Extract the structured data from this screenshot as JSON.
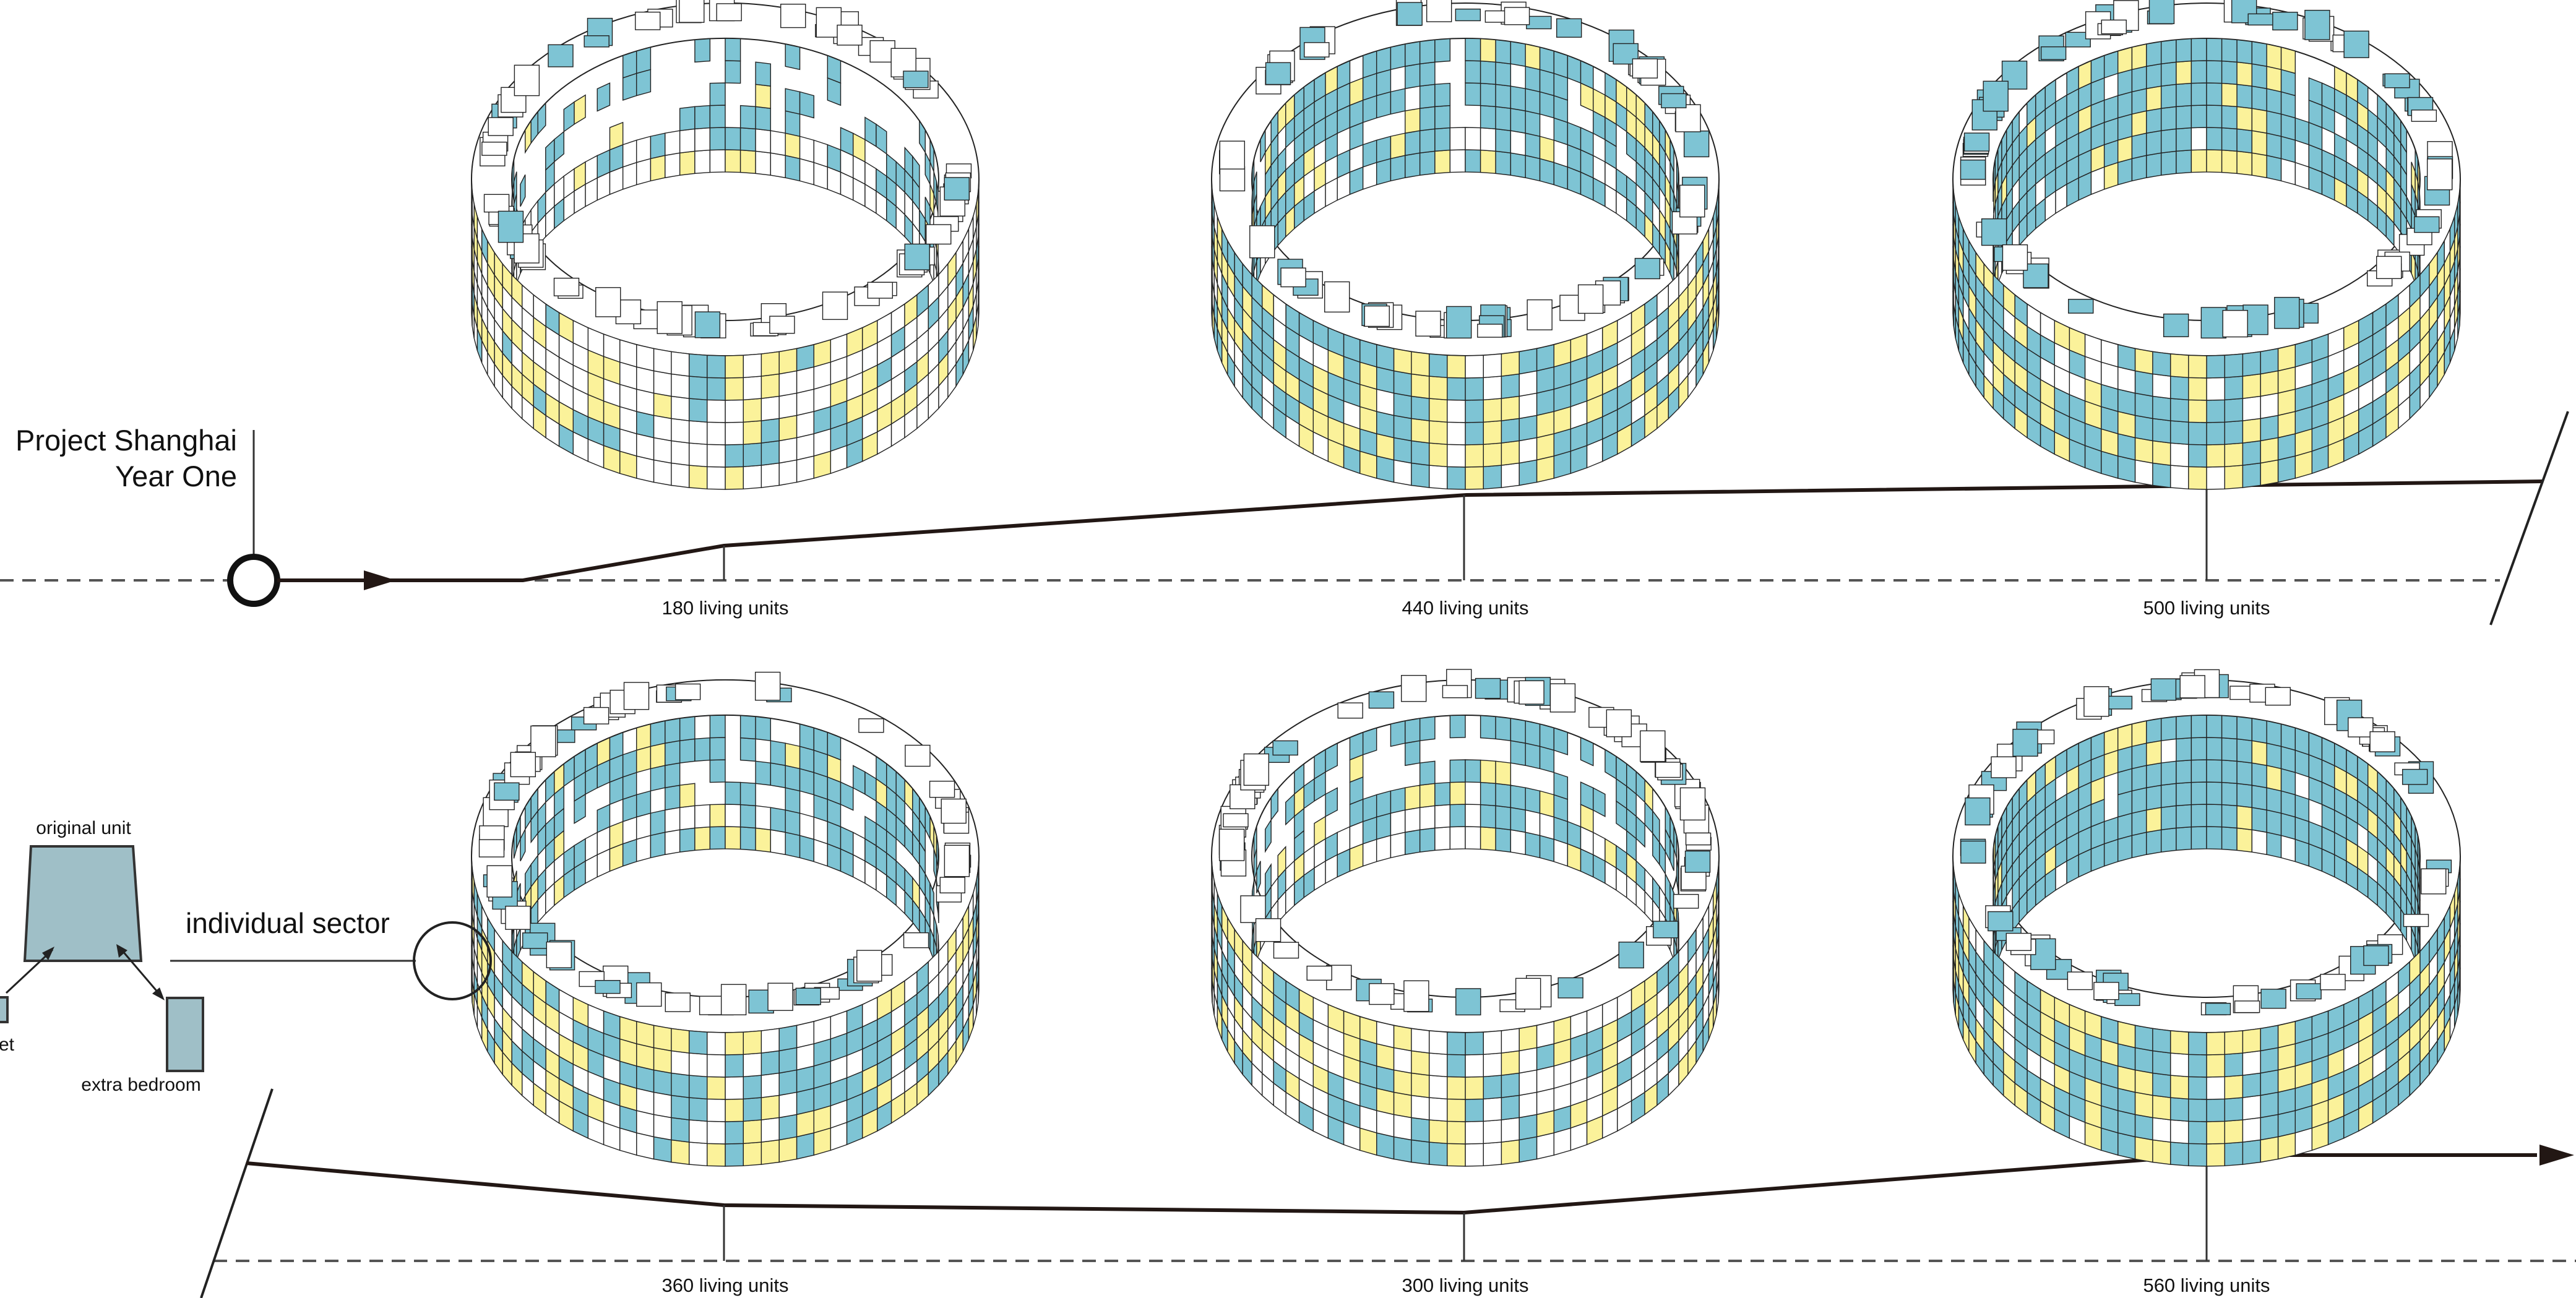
{
  "title": {
    "line1": "Project Shanghai",
    "line2": "Year One"
  },
  "stages_top": [
    {
      "label": "180 living units",
      "units": 180
    },
    {
      "label": "440 living units",
      "units": 440
    },
    {
      "label": "500 living units",
      "units": 500
    }
  ],
  "stages_bottom": [
    {
      "label": "360 living units",
      "units": 360
    },
    {
      "label": "300 living units",
      "units": 300
    },
    {
      "label": "560 living units",
      "units": 560
    }
  ],
  "legend": {
    "original_unit": "original unit",
    "individual_sector": "individual sector",
    "extra_bedroom": "extra bedroom",
    "cut_label": "et"
  },
  "colors": {
    "living_unit": "#7ec4d4",
    "circulation": "#fbf29a",
    "empty_block": "#ffffff",
    "unit_swatch": "#9fbfc7",
    "outline": "#222222",
    "timeline": "#221714"
  }
}
